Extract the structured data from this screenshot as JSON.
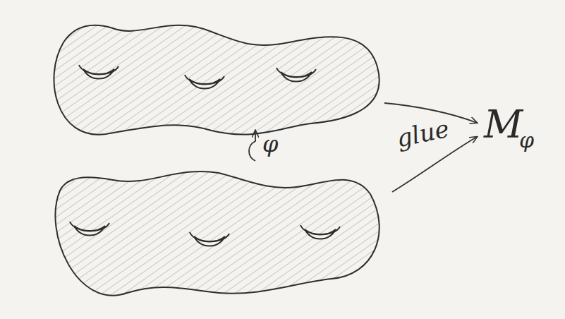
{
  "diagram": {
    "labels": [
      "φ",
      "glue",
      "M",
      "φ"
    ]
  }
}
